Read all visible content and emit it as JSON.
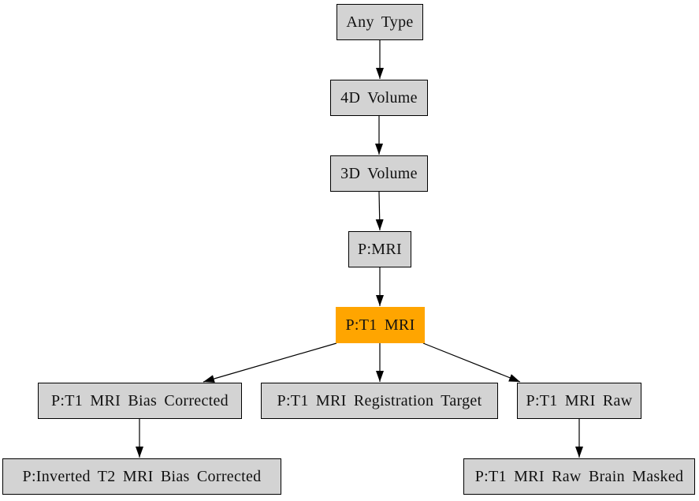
{
  "diagram": {
    "colors": {
      "node_fill": "#d3d3d3",
      "node_border": "#000000",
      "highlight_fill": "#ffa500",
      "edge_color": "#000000",
      "background": "#ffffff",
      "text": "#111111"
    },
    "nodes": [
      {
        "id": "any-type",
        "label": "Any Type",
        "highlighted": false
      },
      {
        "id": "4d-volume",
        "label": "4D Volume",
        "highlighted": false
      },
      {
        "id": "3d-volume",
        "label": "3D Volume",
        "highlighted": false
      },
      {
        "id": "p-mri",
        "label": "P:MRI",
        "highlighted": false
      },
      {
        "id": "p-t1-mri",
        "label": "P:T1 MRI",
        "highlighted": true
      },
      {
        "id": "p-t1-mri-bias-corrected",
        "label": "P:T1 MRI Bias Corrected",
        "highlighted": false
      },
      {
        "id": "p-t1-mri-registration-target",
        "label": "P:T1 MRI Registration Target",
        "highlighted": false
      },
      {
        "id": "p-t1-mri-raw",
        "label": "P:T1 MRI Raw",
        "highlighted": false
      },
      {
        "id": "p-inverted-t2-mri-bias-corrected",
        "label": "P:Inverted T2 MRI Bias Corrected",
        "highlighted": false
      },
      {
        "id": "p-t1-mri-raw-brain-masked",
        "label": "P:T1 MRI Raw Brain Masked",
        "highlighted": false
      }
    ],
    "edges": [
      {
        "from": "any-type",
        "to": "4d-volume"
      },
      {
        "from": "4d-volume",
        "to": "3d-volume"
      },
      {
        "from": "3d-volume",
        "to": "p-mri"
      },
      {
        "from": "p-mri",
        "to": "p-t1-mri"
      },
      {
        "from": "p-t1-mri",
        "to": "p-t1-mri-bias-corrected"
      },
      {
        "from": "p-t1-mri",
        "to": "p-t1-mri-registration-target"
      },
      {
        "from": "p-t1-mri",
        "to": "p-t1-mri-raw"
      },
      {
        "from": "p-t1-mri-bias-corrected",
        "to": "p-inverted-t2-mri-bias-corrected"
      },
      {
        "from": "p-t1-mri-raw",
        "to": "p-t1-mri-raw-brain-masked"
      }
    ]
  }
}
